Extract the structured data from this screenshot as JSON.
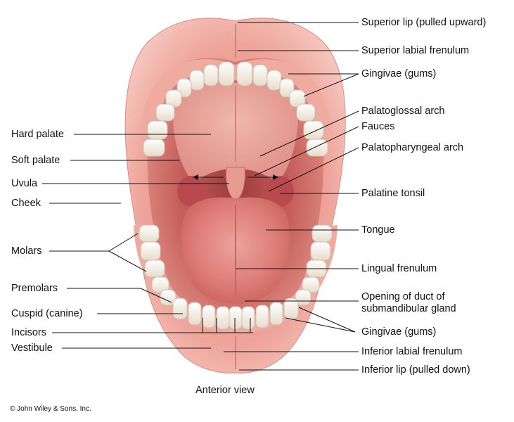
{
  "diagram": {
    "labels_right": [
      "Superior lip (pulled upward)",
      "Superior labial frenulum",
      "Gingivae (gums)",
      "Palatoglossal arch",
      "Fauces",
      "Palatopharyngeal arch",
      "Palatine tonsil",
      "Tongue",
      "Lingual frenulum",
      "Opening of duct of",
      "submandibular gland",
      "Gingivae (gums)",
      "Inferior labial frenulum",
      "Inferior lip (pulled down)"
    ],
    "labels_left": [
      "Hard palate",
      "Soft palate",
      "Uvula",
      "Cheek",
      "Molars",
      "Premolars",
      "Cuspid (canine)",
      "Incisors",
      "Vestibule"
    ],
    "caption": "Anterior view",
    "copyright": "© John Wiley & Sons, Inc."
  },
  "colors": {
    "lip_outer": "#f2b8ae",
    "lip_inner": "#e78f86",
    "mouth_cavity": "#c9605a",
    "palate": "#e9a79c",
    "tongue": "#e07f7a",
    "tooth": "#fbf8f0",
    "tooth_shadow": "#d9cfc0",
    "gum": "#eea99f",
    "leader_line": "#111111"
  }
}
